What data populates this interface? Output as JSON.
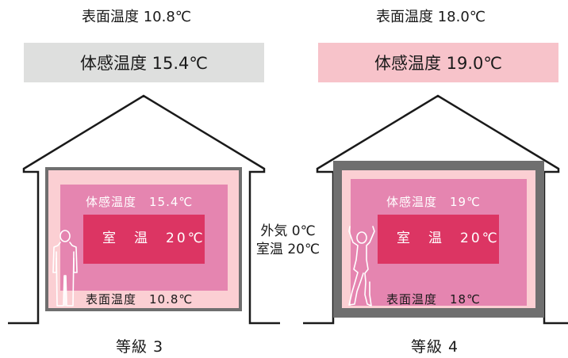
{
  "houses": [
    {
      "surface_temp_label": "表面温度 10.8℃",
      "felt_temp_banner": "体感温度 15.4℃",
      "felt_temp_inner": "体感温度　15.4℃",
      "room_temp_inner": "室　温　20℃",
      "surface_temp_inner": "表面温度　10.8℃",
      "grade": "等級 3",
      "banner_color": "#dedfde",
      "wall_color": "#6f6f6f",
      "figure_icon": "standing-person-icon"
    },
    {
      "surface_temp_label": "表面温度 18.0℃",
      "felt_temp_banner": "体感温度 19.0℃",
      "felt_temp_inner": "体感温度　19℃",
      "room_temp_inner": "室　温　20℃",
      "surface_temp_inner": "表面温度　18℃",
      "grade": "等級 4",
      "banner_color": "#f7c3ca",
      "wall_color": "#6f6f6f",
      "figure_icon": "cheering-person-icon"
    }
  ],
  "conditions": {
    "outside": "外気 0℃",
    "room": "室温 20℃"
  },
  "colors": {
    "outer_zone": "#fbcfd3",
    "middle_zone": "#e585b0",
    "core_zone": "#dc3563"
  }
}
